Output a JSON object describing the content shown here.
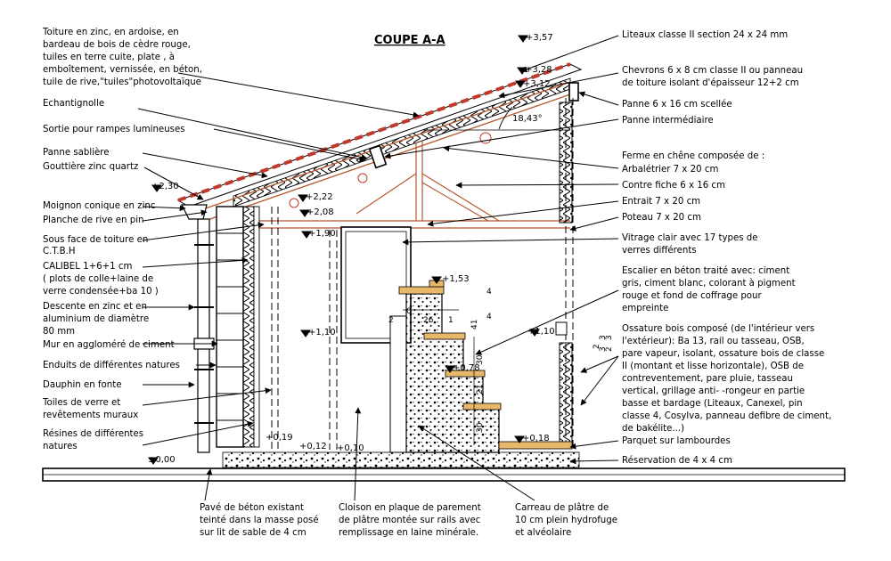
{
  "title": "COUPE  A-A",
  "levels": [
    "+3,57",
    "+3,28",
    "+3,12",
    "+2,30",
    "+2,22",
    "+2,08",
    "+1,90",
    "+1,53",
    "+1,10",
    "+1,10",
    "+0,78",
    "+0,19",
    "+0,12",
    "+0,10",
    "+0,18",
    "±0,00"
  ],
  "angle": "18,43°",
  "dimensions": [
    "2",
    "0",
    "26",
    "1",
    "41",
    "4",
    "4",
    "30",
    "21",
    "30",
    "2",
    "3",
    "3",
    "3",
    "2"
  ],
  "labels_left": [
    [
      "Toiture en zinc, en ardoise, en",
      "bardeau de bois de cèdre rouge,",
      "tuiles en terre cuite, plate , à",
      "emboîtement, vernissée, en béton,",
      "tuile de rive,\"tuiles\"photovoltaïque"
    ],
    [
      "Echantignolle"
    ],
    [
      "Sortie pour rampes lumineuses"
    ],
    [
      "Panne sablière"
    ],
    [
      "Gouttière zinc quartz"
    ],
    [
      "Moignon conique en zinc"
    ],
    [
      "Planche de rive en pin"
    ],
    [
      "Sous face de toiture en",
      "C.T.B.H"
    ],
    [
      "CALIBEL 1+6+1 cm",
      "( plots de colle+laine de",
      "verre condensée+ba 10 )"
    ],
    [
      "Descente en zinc et en",
      "aluminium de diamètre",
      "80 mm"
    ],
    [
      "Mur en aggloméré de ciment"
    ],
    [
      "Enduits de différentes natures"
    ],
    [
      "Dauphin en fonte"
    ],
    [
      "Toiles de verre et",
      "revêtements muraux"
    ],
    [
      "Résines de différentes",
      "natures"
    ]
  ],
  "labels_right": [
    [
      "Liteaux classe II  section 24 x 24 mm"
    ],
    [
      "Chevrons 6 x 8 cm classe II ou panneau",
      "de toiture isolant d'épaisseur 12+2 cm"
    ],
    [
      "Panne  6 x 16 cm scellée"
    ],
    [
      "Panne intermédiaire"
    ],
    [
      "Ferme en chêne composée de :"
    ],
    [
      "Arbalétrier  7 x 20 cm"
    ],
    [
      "Contre fiche 6 x 16 cm"
    ],
    [
      "Entrait  7 x 20 cm"
    ],
    [
      "Poteau  7 x 20 cm"
    ],
    [
      "Vitrage clair avec 17 types de",
      "verres différents"
    ],
    [
      "Escalier en béton traité avec: ciment",
      "gris, ciment blanc, colorant à pigment",
      "rouge et fond de coffrage pour",
      "empreinte"
    ],
    [
      "Ossature bois composé (de l'intérieur vers",
      "l'extérieur): Ba 13, rail ou tasseau, OSB,",
      "pare vapeur, isolant, ossature bois de classe",
      "II (montant et lisse horizontale), OSB de",
      "contreventement, pare pluie, tasseau",
      "vertical, grillage anti- -rongeur en partie",
      "basse et bardage (Liteaux, Canexel, pin",
      "classe 4, Cosylva, panneau defibre de ciment,",
      "de bakélite...)"
    ],
    [
      "Parquet sur lambourdes"
    ],
    [
      "Réservation de 4 x 4 cm"
    ]
  ],
  "labels_bottom": [
    [
      "Pavé de béton existant",
      "teinté dans la masse posé",
      "sur lit de sable de 4 cm"
    ],
    [
      "Cloison en plaque de parement",
      "de plâtre montée sur rails avec",
      "remplissage en laine minérale."
    ],
    [
      "Carreau de plâtre de",
      "10 cm plein hydrofuge",
      "et alvéolaire"
    ]
  ],
  "colors": {
    "roof": "#c0392b",
    "wood": "#b5562b",
    "stair": "#e8b86a",
    "lines": "#000000"
  }
}
